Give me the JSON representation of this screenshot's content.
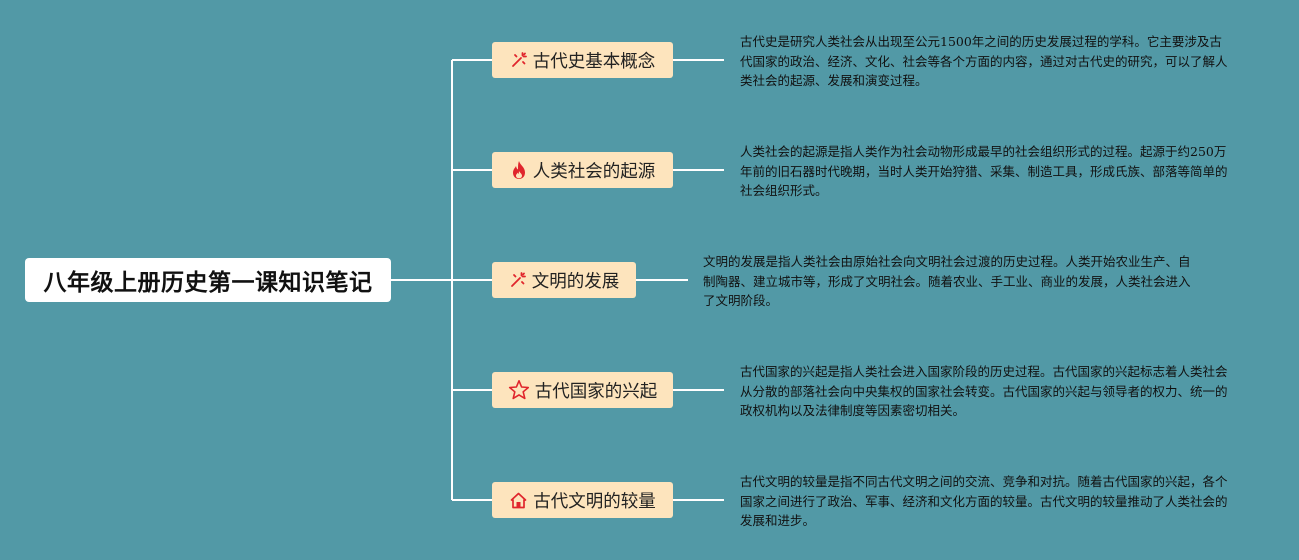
{
  "colors": {
    "background": "#5299a6",
    "root_box": "#ffffff",
    "topic_box": "#fde4bd",
    "connector": "#ffffff",
    "icon_red": "#e0252c"
  },
  "root": {
    "title": "八年级上册历史第一课知识笔记"
  },
  "topics": [
    {
      "icon": "sparkle-icon",
      "label": "古代史基本概念",
      "note": "古代史是研究人类社会从出现至公元1500年之间的历史发展过程的学科。它主要涉及古代国家的政治、经济、文化、社会等各个方面的内容，通过对古代史的研究，可以了解人类社会的起源、发展和演变过程。"
    },
    {
      "icon": "fire-icon",
      "label": "人类社会的起源",
      "note": "人类社会的起源是指人类作为社会动物形成最早的社会组织形式的过程。起源于约250万年前的旧石器时代晚期，当时人类开始狩猎、采集、制造工具，形成氏族、部落等简单的社会组织形式。"
    },
    {
      "icon": "sparkle-icon",
      "label": "文明的发展",
      "note": "文明的发展是指人类社会由原始社会向文明社会过渡的历史过程。人类开始农业生产、自制陶器、建立城市等，形成了文明社会。随着农业、手工业、商业的发展，人类社会进入了文明阶段。"
    },
    {
      "icon": "star-icon",
      "label": "古代国家的兴起",
      "note": "古代国家的兴起是指人类社会进入国家阶段的历史过程。古代国家的兴起标志着人类社会从分散的部落社会向中央集权的国家社会转变。古代国家的兴起与领导者的权力、统一的政权机构以及法律制度等因素密切相关。"
    },
    {
      "icon": "home-icon",
      "label": "古代文明的较量",
      "note": "古代文明的较量是指不同古代文明之间的交流、竞争和对抗。随着古代国家的兴起，各个国家之间进行了政治、军事、经济和文化方面的较量。古代文明的较量推动了人类社会的发展和进步。"
    }
  ]
}
